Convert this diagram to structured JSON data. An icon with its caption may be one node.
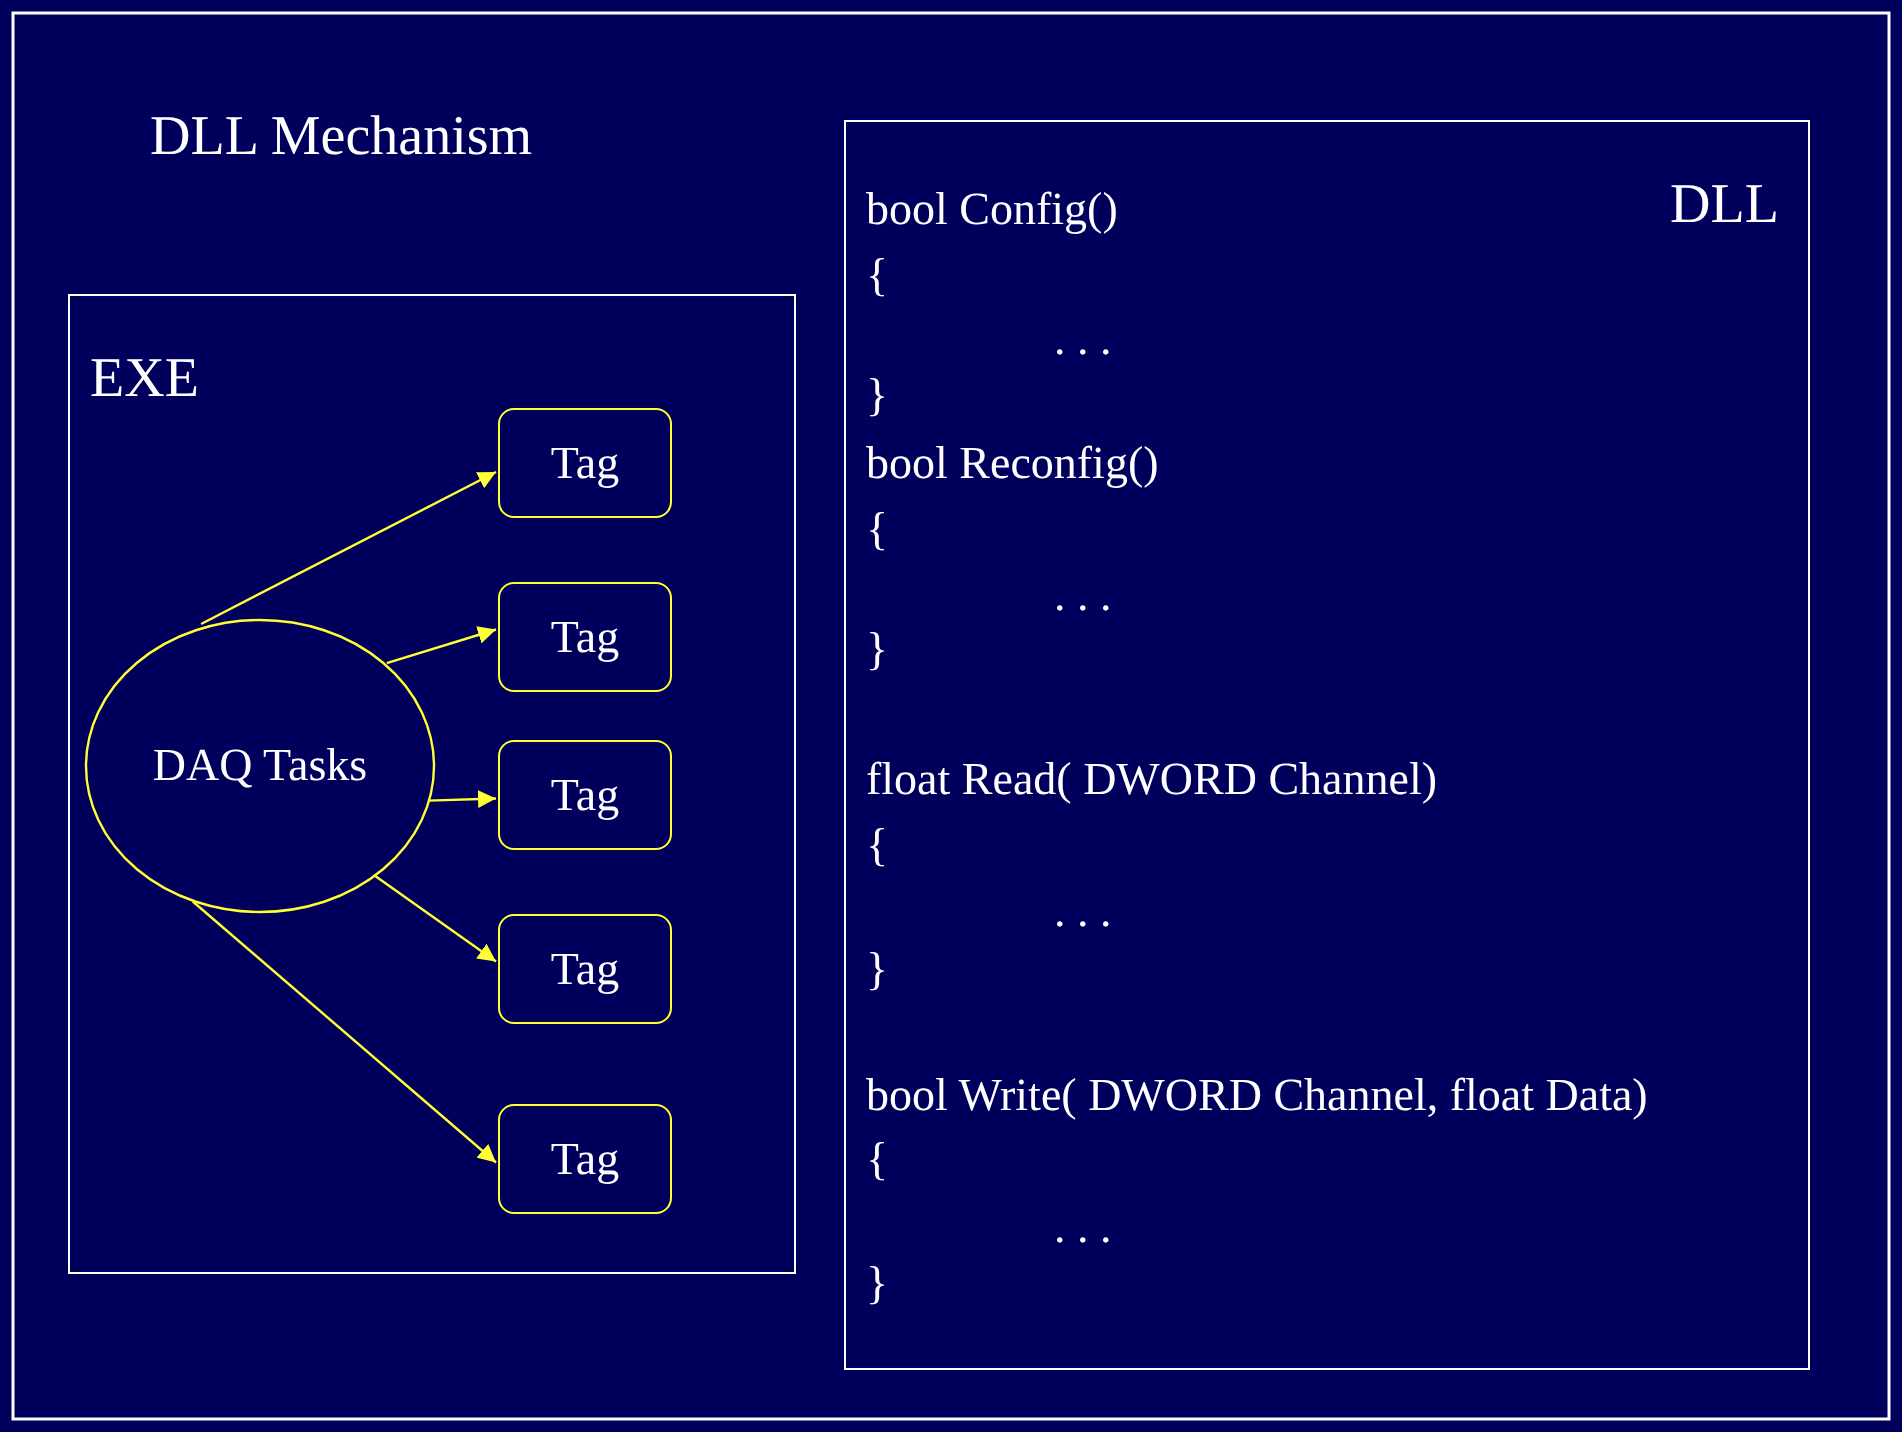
{
  "diagram": {
    "title": "DLL Mechanism",
    "nodes": [
      {
        "text": [
          "EXE"
        ]
      },
      {
        "text": [
          "DAQ Tasks"
        ],
        "in": 0
      },
      {
        "text": [
          "Tag"
        ],
        "in": 0
      },
      {
        "text": [
          "Tag"
        ],
        "in": 0
      },
      {
        "text": [
          "Tag"
        ],
        "in": 0
      },
      {
        "text": [
          "Tag"
        ],
        "in": 0
      },
      {
        "text": [
          "Tag"
        ],
        "in": 0
      },
      {
        "text": [
          "DLL"
        ]
      }
    ],
    "edges": [
      {
        "from": 1,
        "to": 2,
        "arrow": "to"
      },
      {
        "from": 1,
        "to": 3,
        "arrow": "to"
      },
      {
        "from": 1,
        "to": 4,
        "arrow": "to"
      },
      {
        "from": 1,
        "to": 5,
        "arrow": "to"
      },
      {
        "from": 1,
        "to": 6,
        "arrow": "to"
      }
    ],
    "labels": [
      "bool Config()",
      "{",
      ". . .",
      "}",
      "bool Reconfig()",
      "{",
      ". . .",
      "}",
      "float Read( DWORD Channel)",
      "{",
      ". . .",
      "}",
      "bool Write( DWORD Channel, float Data)",
      "{",
      ". . .",
      "}"
    ]
  }
}
